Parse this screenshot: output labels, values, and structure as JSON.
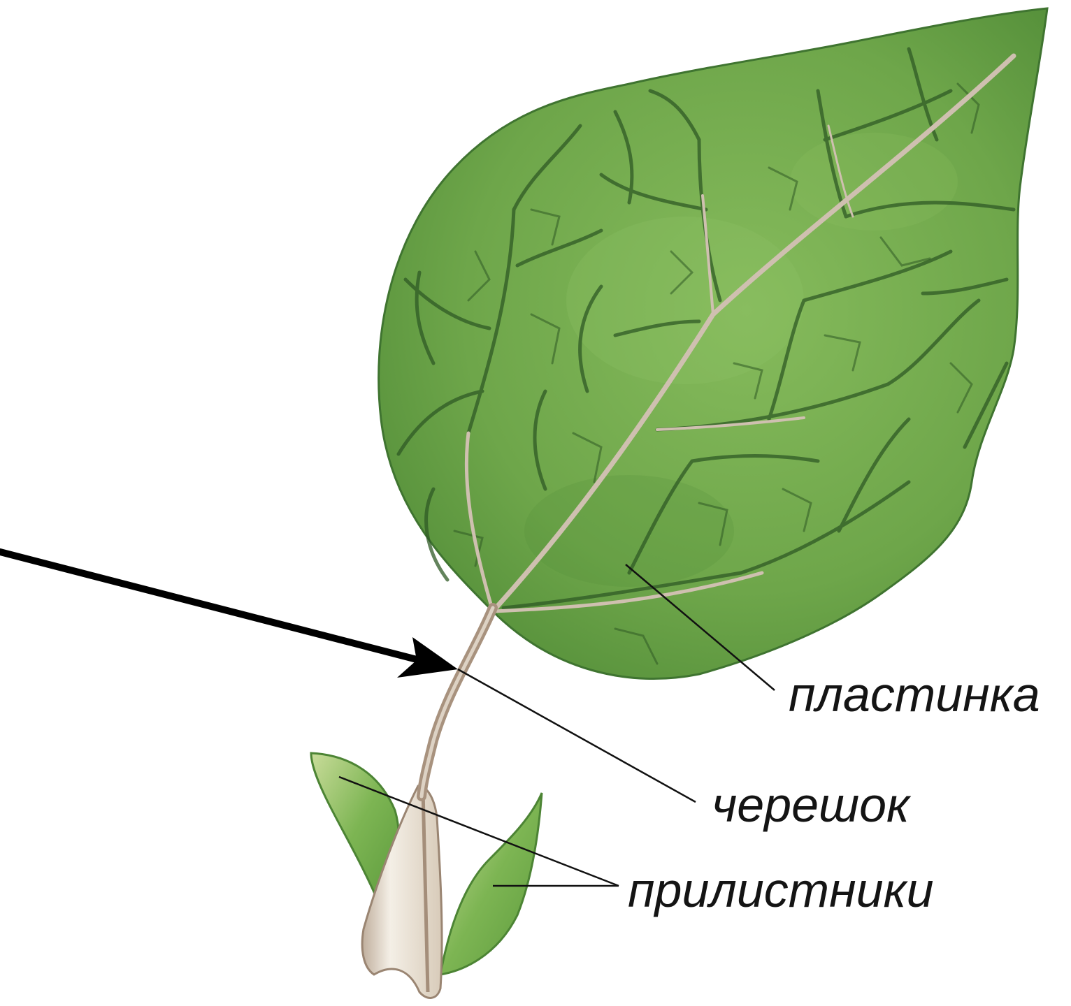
{
  "labels": {
    "blade": "пластинка",
    "petiole": "черешок",
    "stipules": "прилистники"
  },
  "colors": {
    "background": "#ffffff",
    "leaf_fill": "#6ea64a",
    "leaf_shadow": "#4f8a36",
    "leaf_highlight": "#8fc266",
    "vein_dark": "#2f5a25",
    "midrib": "#cfc0b0",
    "petiole": "#b8a494",
    "stipule_fill": "#7db553",
    "stipule_light": "#c9dc9a",
    "sheath": "#efe9df",
    "arrow": "#000000",
    "leader_line": "#111111",
    "label_text": "#141414"
  }
}
